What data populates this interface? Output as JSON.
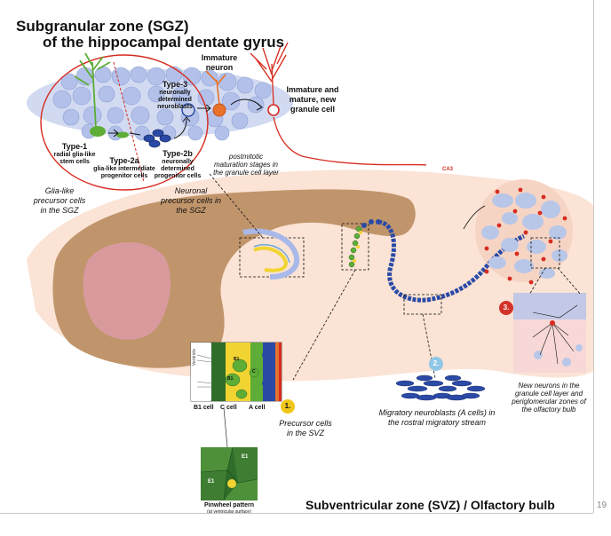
{
  "title_sgz_line1": "Subgranular zone (SGZ)",
  "title_sgz_line2": "of the hippocampal dentate gyrus",
  "title_svz": "Subventricular zone (SVZ) / Olfactory bulb",
  "page_number": "19",
  "labels": {
    "immature_neuron": "Immature neuron",
    "immature_mature_granule": "Immature and mature, new granule cell",
    "type1": "Type-1",
    "type1_desc": "radial glia-like stem cells",
    "type2a": "Type-2a",
    "type2a_desc": "glia-like intermediate progenitor cells",
    "type2b": "Type-2b",
    "type2b_desc": "neuronally determined progenitor cells",
    "type3": "Type-3",
    "type3_desc": "neuronally determined neuroblasts",
    "postmitotic": "postmitotic maturation stages in the granule cell layer",
    "ca3": "CA3",
    "glia_like": "Glia-like precursor cells in the SGZ",
    "neuronal_precursor": "Neuronal precursor cells in the SGZ",
    "precursor_svz": "Precursor cells in the SVZ",
    "migratory": "Migratory neuroblasts (A cells) in the rostral migratory stream",
    "new_neurons": "New neurons in the granule cell layer and periglomerular zones of the olfactory bulb",
    "b1_cell": "B1 cell",
    "c_cell": "C cell",
    "a_cell": "A cell",
    "ventricle": "Ventricle",
    "pinwheel": "Pinwheel pattern",
    "pinwheel_sub": "(at ventricular surface)",
    "b1": "B1",
    "c": "C",
    "e1": "E1"
  },
  "markers": {
    "m1": "1.",
    "m2": "2.",
    "m3": "3."
  },
  "colors": {
    "brain": "#fbe3d5",
    "cortex": "#c1956b",
    "pink_region": "#d99a9e",
    "cell_blue": "#b8c6e8",
    "cell_blue_dark": "#2a4aa6",
    "green": "#5dad36",
    "red": "#d72b1f",
    "orange": "#e8722b",
    "yellow": "#f1d431",
    "dark_green": "#2e6d2a",
    "light_green": "#4e8f3a",
    "marker_yellow": "#f0c61a",
    "marker_blue": "#8fc7e6",
    "marker_red": "#d2322a"
  }
}
